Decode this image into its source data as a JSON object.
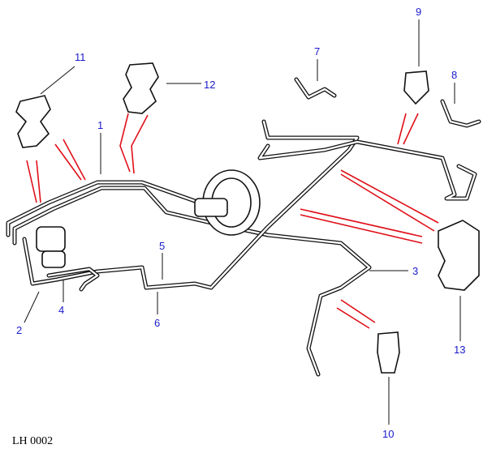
{
  "diagram": {
    "reference": "LH 0002",
    "callouts": [
      "1",
      "2",
      "3",
      "4",
      "5",
      "6",
      "7",
      "8",
      "9",
      "10",
      "11",
      "12",
      "13"
    ],
    "colors": {
      "callout": "#1a1acc",
      "pointer": "#e0101a",
      "linework": "#111111"
    }
  }
}
